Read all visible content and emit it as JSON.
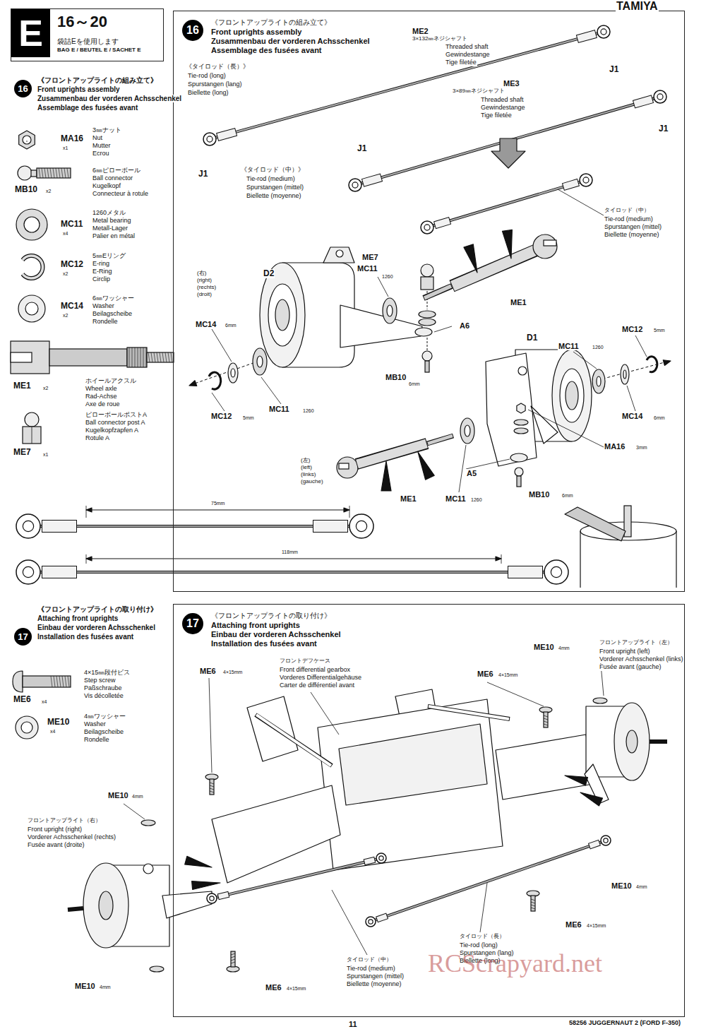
{
  "diagram": {
    "nodes": [
      {
        "text": [
          "E",
          "16～20",
          "袋詰Eを使用します",
          "BAG E / BEUTEL E / SACHET E"
        ]
      },
      {
        "text": [
          "16",
          "《フロントアップライトの組み立て》",
          "Front uprights assembly",
          "Zusammenbau der vorderen Achsschenkel",
          "Assemblage des fusées avant"
        ]
      },
      {
        "text": [
          "17",
          "《フロントアップライトの取り付け》",
          "Attaching front uprights",
          "Einbau der vorderen Achsschenkel",
          "Installation des fusées avant"
        ]
      }
    ],
    "labels": [
      "TAMIYA",
      "16",
      "《フロントアップライトの組み立て》",
      "Front uprights assembly",
      "Zusammenbau der vorderen Achsschenkel",
      "Assemblage des fusées avant",
      "MA16",
      "x1",
      "3㎜ナット",
      "Nut",
      "Mutter",
      "Ecrou",
      "MB10",
      "x2",
      "6㎜ピローボール",
      "Ball connector",
      "Kugelkopf",
      "Connecteur à rotule",
      "MC11",
      "x4",
      "1260メタル",
      "Metal bearing",
      "Metall-Lager",
      "Palier en métal",
      "MC12",
      "x2",
      "5㎜Eリング",
      "E-ring",
      "E-Ring",
      "Circlip",
      "MC14",
      "x2",
      "6㎜ワッシャー",
      "Washer",
      "Beilagscheibe",
      "Rondelle",
      "ホイールアクスル",
      "Wheel axle",
      "Rad-Achse",
      "Axe de roue",
      "ME1",
      "x2",
      "ピローボールポストA",
      "Ball connector post A",
      "Kugelkopfzapfen A",
      "Rotule A",
      "ME7",
      "x1",
      "75mm",
      "118mm",
      "17",
      "《フロントアップライトの取り付け》",
      "Attaching front uprights",
      "Einbau der vorderen Achsschenkel",
      "Installation des fusées avant",
      "4×15㎜段付ビス",
      "Step screw",
      "Paßschraube",
      "Vis décolletée",
      "ME6",
      "x4",
      "4㎜ワッシャー",
      "Washer",
      "Beilagscheibe",
      "Rondelle",
      "ME10",
      "x4",
      "ME2",
      "3×132㎜ネジシャフト",
      "Threaded shaft",
      "Gewindestange",
      "Tige filetée",
      "J1",
      "《タイロッド（長）》",
      "Tie-rod (long)",
      "Spurstangen (lang)",
      "Biellette (long)",
      "J1",
      "ME3",
      "3×89㎜ネジシャフト",
      "Threaded shaft",
      "Gewindestange",
      "Tige filetée",
      "J1",
      "J1",
      "《タイロッド（中）》",
      "Tie-rod (medium)",
      "Spurstangen (mittel)",
      "Biellette (moyenne)",
      "タイロッド（中）",
      "Tie-rod (medium)",
      "Spurstangen (mittel)",
      "Biellette (moyenne)",
      "ME7",
      "MC11",
      "1260",
      "ME1",
      "(右)",
      "(right)",
      "(rechts)",
      "(droit)",
      "D2",
      "MC14",
      "6mm",
      "A6",
      "MB10",
      "6mm",
      "MC12",
      "5mm",
      "MC11",
      "1260",
      "D1",
      "MC11",
      "1260",
      "MC12",
      "5mm",
      "MC14",
      "6mm",
      "MA16",
      "3mm",
      "A5",
      "MB10",
      "6mm",
      "(左)",
      "(left)",
      "(links)",
      "(gauche)",
      "ME1",
      "MC11",
      "1260",
      "ME6",
      "4×15mm",
      "フロントデフケース",
      "Front differential gearbox",
      "Vorderes Differentialgehäuse",
      "Carter de différentiel avant",
      "ME10",
      "4mm",
      "フロントアップライト（左）",
      "Front upright (left)",
      "Vorderer Achsschenkel (links)",
      "Fusée avant (gauche)",
      "ME6",
      "4×15mm",
      "ME10",
      "4mm",
      "フロントアップライト（右）",
      "Front upright (right)",
      "Vorderer Achsschenkel (rechts)",
      "Fusée avant (droite)",
      "ME10",
      "4mm",
      "ME6",
      "4×15mm",
      "タイロッド（長）",
      "Tie-rod (long)",
      "Spurstangen (lang)",
      "Biellette (long)",
      "タイロッド（中）",
      "Tie-rod (medium)",
      "Spurstangen (mittel)",
      "Biellette (moyenne)",
      "ME10",
      "4mm",
      "ME6",
      "4×15mm",
      "11",
      "58256 JUGGERNAUT 2 (FORD F-350)",
      "RCScrapyard.net"
    ]
  }
}
